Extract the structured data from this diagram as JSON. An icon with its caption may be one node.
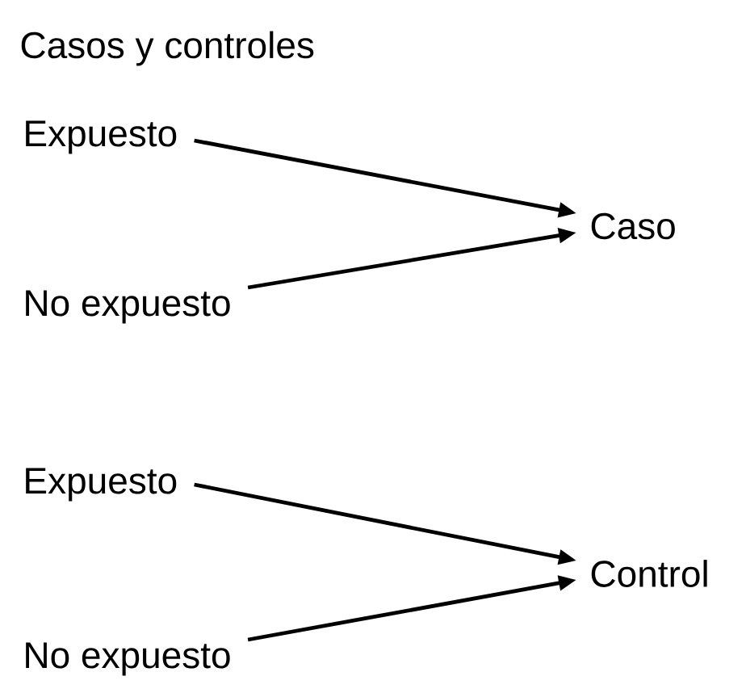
{
  "diagram": {
    "title": "Casos y controles",
    "nodes": [
      {
        "text": [
          "Expuesto"
        ]
      },
      {
        "text": [
          "No expuesto"
        ]
      },
      {
        "text": [
          "Caso"
        ]
      },
      {
        "text": [
          "Expuesto"
        ]
      },
      {
        "text": [
          "No expuesto"
        ]
      },
      {
        "text": [
          "Control"
        ]
      }
    ],
    "edges": [
      {
        "from": 0,
        "to": 2,
        "arrow": "to"
      },
      {
        "from": 1,
        "to": 2,
        "arrow": "to"
      },
      {
        "from": 3,
        "to": 5,
        "arrow": "to"
      },
      {
        "from": 4,
        "to": 5,
        "arrow": "to"
      }
    ]
  }
}
